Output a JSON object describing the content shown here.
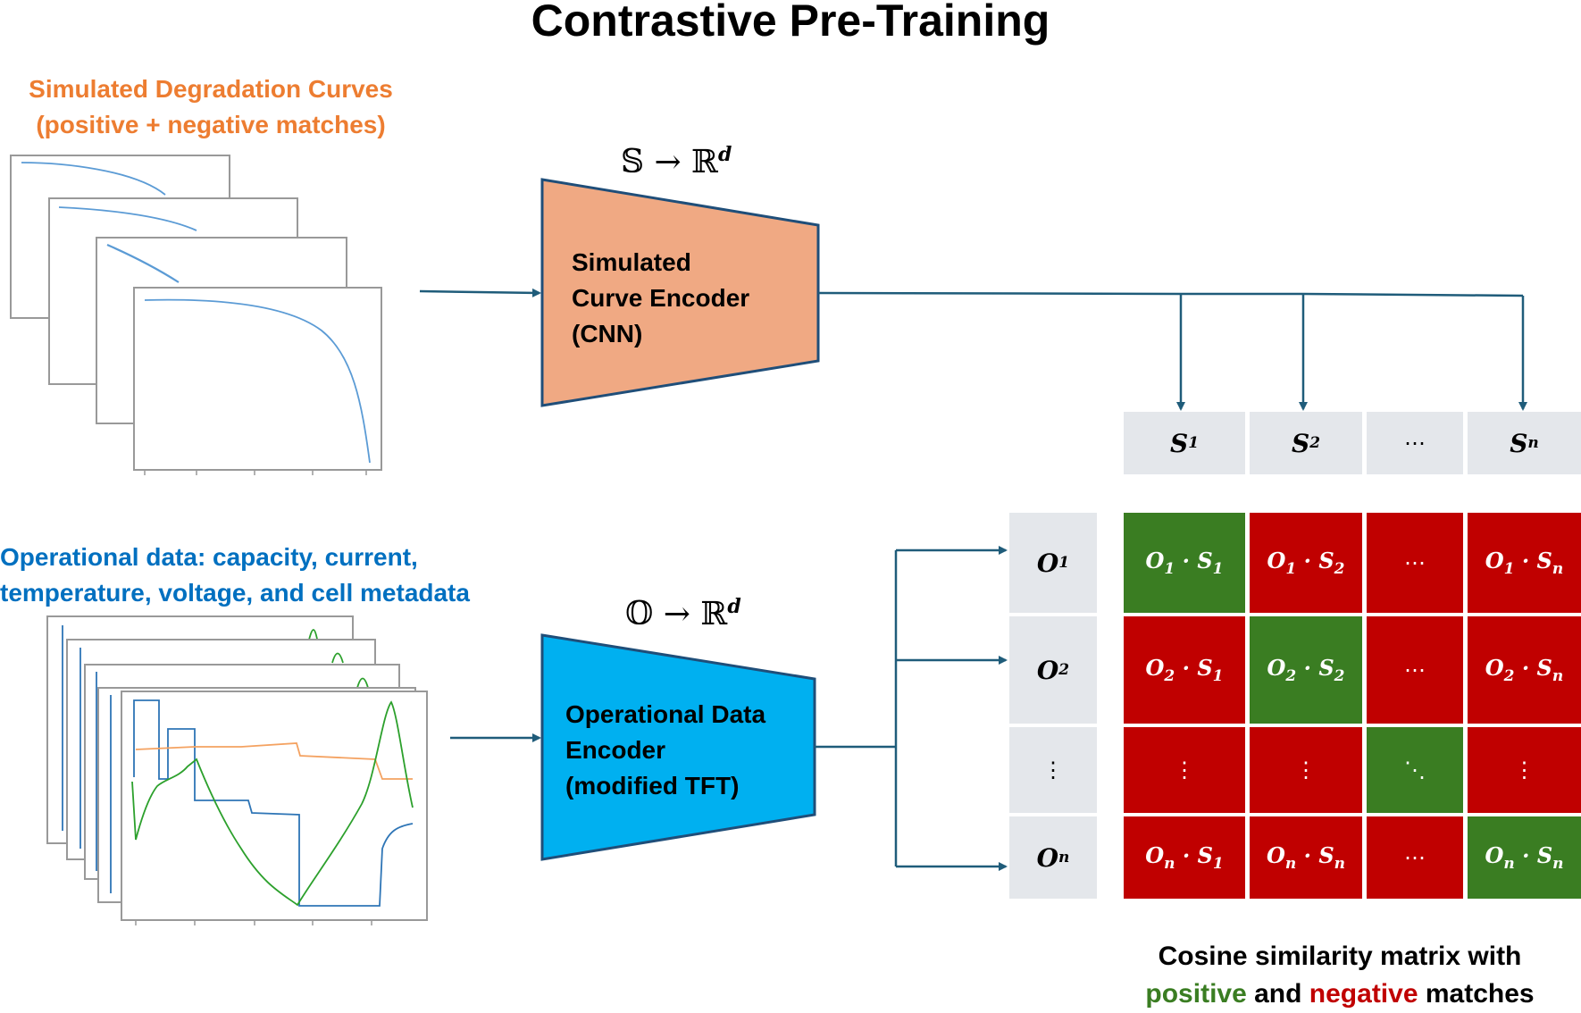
{
  "title": "Contrastive Pre-Training",
  "sim_caption": [
    "Simulated Degradation Curves",
    "(positive + negative matches)"
  ],
  "op_caption": [
    "Operational data: capacity, current,",
    "temperature, voltage, and cell metadata"
  ],
  "sim_mapping": "𝕊 → ℝ",
  "op_mapping": "𝕆 → ℝ",
  "superscript": "d",
  "sim_encoder": [
    "Simulated",
    "Curve Encoder",
    "(CNN)"
  ],
  "op_encoder": [
    "Operational Data",
    "Encoder",
    "(modified TFT)"
  ],
  "s_header": [
    {
      "base": "S",
      "sub": "1"
    },
    {
      "base": "S",
      "sub": "2"
    },
    {
      "base": "⋯",
      "sub": ""
    },
    {
      "base": "S",
      "sub": "n"
    }
  ],
  "o_header": [
    {
      "base": "O",
      "sub": "1"
    },
    {
      "base": "O",
      "sub": "2"
    },
    {
      "base": "⋮",
      "sub": ""
    },
    {
      "base": "O",
      "sub": "n"
    }
  ],
  "matrix": [
    [
      {
        "o": "1",
        "s": "1",
        "color": "green"
      },
      {
        "o": "1",
        "s": "2",
        "color": "red"
      },
      {
        "dots": "⋯",
        "color": "red"
      },
      {
        "o": "1",
        "s": "n",
        "color": "red"
      }
    ],
    [
      {
        "o": "2",
        "s": "1",
        "color": "red"
      },
      {
        "o": "2",
        "s": "2",
        "color": "green"
      },
      {
        "dots": "⋯",
        "color": "red"
      },
      {
        "o": "2",
        "s": "n",
        "color": "red"
      }
    ],
    [
      {
        "dots": "⋮",
        "color": "red"
      },
      {
        "dots": "⋮",
        "color": "red"
      },
      {
        "dots": "⋱",
        "color": "green"
      },
      {
        "dots": "⋮",
        "color": "red"
      }
    ],
    [
      {
        "o": "n",
        "s": "1",
        "color": "red"
      },
      {
        "o": "n",
        "s": "n",
        "color": "red"
      },
      {
        "dots": "⋯",
        "color": "red"
      },
      {
        "o": "n",
        "s": "n",
        "color": "green"
      }
    ]
  ],
  "matrix_caption": {
    "line1": "Cosine similarity matrix with",
    "positive": "positive",
    "and": " and ",
    "negative": "negative",
    "rest": " matches"
  },
  "colors": {
    "orange": "#ED7D31",
    "encoder_orange": "#F0A983",
    "encoder_blue": "#00B0F0",
    "arrow": "#1F5C7A",
    "green": "#3A7D22",
    "red": "#C00000",
    "gray": "#E4E7EB"
  }
}
